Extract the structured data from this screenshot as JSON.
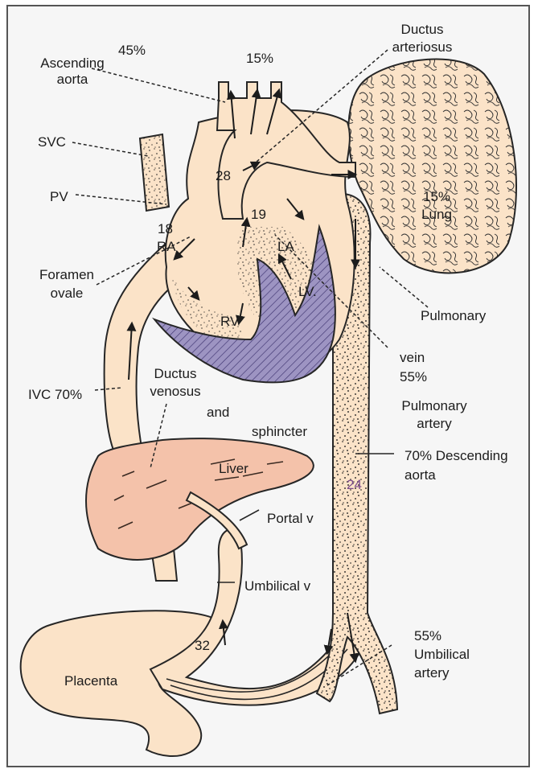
{
  "labels": {
    "ascending_aorta_pct": "45%",
    "ascending_aorta_1": "Ascending",
    "ascending_aorta_2": "aorta",
    "arch_pct": "15%",
    "ductus_arteriosus_1": "Ductus",
    "ductus_arteriosus_2": "arteriosus",
    "svc": "SVC",
    "pv": "PV",
    "value_28": "28",
    "value_18": "18",
    "value_19": "19",
    "ra": "RA",
    "la": "LA",
    "lv": "LV.",
    "rv": "RV",
    "lung_pct": "15%",
    "lung": "Lung",
    "foramen_ovale_1": "Foramen",
    "foramen_ovale_2": "ovale",
    "pulmonary": "Pulmonary",
    "vein": "vein",
    "vein_pct": "55%",
    "pulmonary_artery_1": "Pulmonary",
    "pulmonary_artery_2": "artery",
    "ductus_venosus_1": "Ductus",
    "ductus_venosus_2": "venosus",
    "and": "and",
    "sphincter": "sphincter",
    "ivc": "IVC 70%",
    "descending_aorta_1": "70% Descending",
    "descending_aorta_2": "aorta",
    "liver": "Liver",
    "value_24": "24",
    "portal_v": "Portal v",
    "umbilical_v": "Umbilical v",
    "value_32": "32",
    "umbilical_artery_pct": "55%",
    "umbilical_artery_1": "Umbilical",
    "umbilical_artery_2": "artery",
    "placenta": "Placenta"
  },
  "colors": {
    "vessel_fill": "#fbe3c8",
    "liver_fill": "#f4c2aa",
    "septum_fill": "#9d94c2",
    "outline": "#262626",
    "background": "#f6f6f6"
  }
}
